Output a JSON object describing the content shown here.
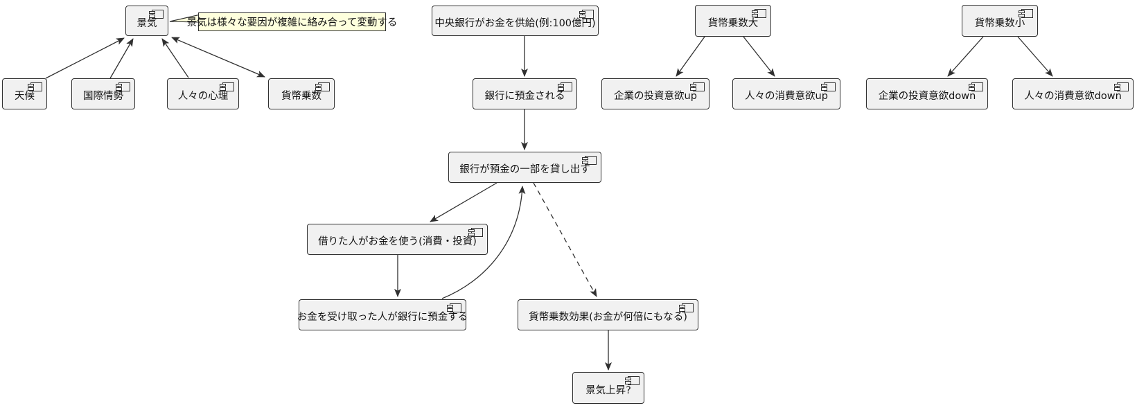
{
  "diagram": {
    "title": "money-multiplier-economy-diagram",
    "colors": {
      "background": "#ffffff",
      "node_fill": "#f1f1f1",
      "node_border": "#303030",
      "note_fill": "#feffdd",
      "line": "#303030",
      "text": "#121212"
    },
    "note": {
      "text": "景気は様々な要因が複雑に絡み合って変動する",
      "attached_to": "景気"
    },
    "nodes": {
      "economy": {
        "label": "景気"
      },
      "weather": {
        "label": "天候"
      },
      "international": {
        "label": "国際情勢"
      },
      "sentiment": {
        "label": "人々の心理"
      },
      "money_multiplier": {
        "label": "貨幣乗数"
      },
      "central_bank": {
        "label": "中央銀行がお金を供給(例:100億円)"
      },
      "deposited": {
        "label": "銀行に預金される"
      },
      "bank_lends": {
        "label": "銀行が預金の一部を貸し出す"
      },
      "borrower_spends": {
        "label": "借りた人がお金を使う(消費・投資)"
      },
      "recipient_deposits": {
        "label": "お金を受け取った人が銀行に預金する"
      },
      "multiplier_effect": {
        "label": "貨幣乗数効果(お金が何倍にもなる)"
      },
      "economy_rise": {
        "label": "景気上昇?"
      },
      "multiplier_large": {
        "label": "貨幣乗数大"
      },
      "investment_up": {
        "label": "企業の投資意欲up"
      },
      "consumption_up": {
        "label": "人々の消費意欲up"
      },
      "multiplier_small": {
        "label": "貨幣乗数小"
      },
      "investment_down": {
        "label": "企業の投資意欲down"
      },
      "consumption_down": {
        "label": "人々の消費意欲down"
      }
    },
    "edges": [
      {
        "from": "weather",
        "to": "economy",
        "style": "solid-arrow"
      },
      {
        "from": "international",
        "to": "economy",
        "style": "solid-arrow"
      },
      {
        "from": "sentiment",
        "to": "economy",
        "style": "solid-arrow"
      },
      {
        "from": "economy",
        "to": "money_multiplier",
        "style": "solid-arrow-both-ends"
      },
      {
        "from": "central_bank",
        "to": "deposited",
        "style": "solid-arrow"
      },
      {
        "from": "deposited",
        "to": "bank_lends",
        "style": "solid-arrow"
      },
      {
        "from": "bank_lends",
        "to": "borrower_spends",
        "style": "solid-arrow"
      },
      {
        "from": "borrower_spends",
        "to": "recipient_deposits",
        "style": "solid-arrow"
      },
      {
        "from": "recipient_deposits",
        "to": "bank_lends",
        "style": "solid-arrow-curved"
      },
      {
        "from": "bank_lends",
        "to": "multiplier_effect",
        "style": "dashed-arrow"
      },
      {
        "from": "multiplier_effect",
        "to": "economy_rise",
        "style": "solid-arrow"
      },
      {
        "from": "multiplier_large",
        "to": "investment_up",
        "style": "solid-arrow"
      },
      {
        "from": "multiplier_large",
        "to": "consumption_up",
        "style": "solid-arrow"
      },
      {
        "from": "multiplier_small",
        "to": "investment_down",
        "style": "solid-arrow"
      },
      {
        "from": "multiplier_small",
        "to": "consumption_down",
        "style": "solid-arrow"
      }
    ]
  }
}
